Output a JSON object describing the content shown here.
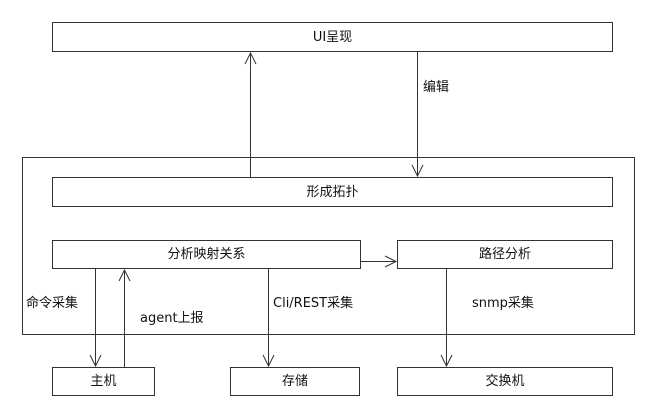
{
  "nodes": {
    "ui": "UI呈现",
    "topology": "形成拓扑",
    "analyze": "分析映射关系",
    "path": "路径分析",
    "host": "主机",
    "storage": "存储",
    "switch": "交换机"
  },
  "edge_labels": {
    "edit": "编辑",
    "cmd_collect": "命令采集",
    "agent_report": "agent上报",
    "cli_rest": "Cli/REST采集",
    "snmp": "snmp采集"
  },
  "colors": {
    "line": "#333333",
    "background": "#ffffff"
  }
}
